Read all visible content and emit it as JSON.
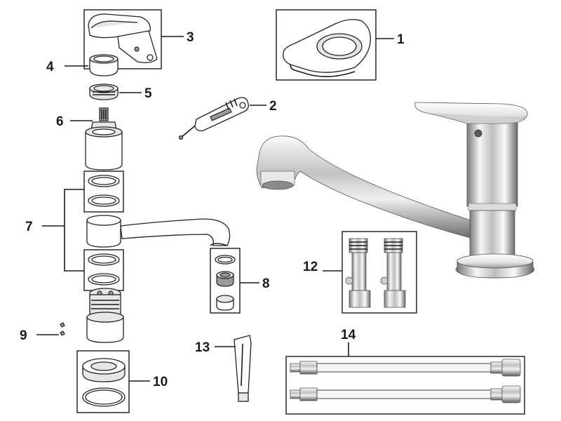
{
  "diagram": {
    "colors": {
      "line": "#1a1a1a",
      "chrome_light": "#f4f4f4",
      "chrome_mid": "#c9c9c9",
      "chrome_dark": "#6e6e6e"
    },
    "labels": {
      "p1": "1",
      "p2": "2",
      "p3": "3",
      "p4": "4",
      "p5": "5",
      "p6": "6",
      "p7": "7",
      "p8": "8",
      "p9": "9",
      "p10": "10",
      "p12": "12",
      "p13": "13",
      "p14": "14"
    }
  }
}
